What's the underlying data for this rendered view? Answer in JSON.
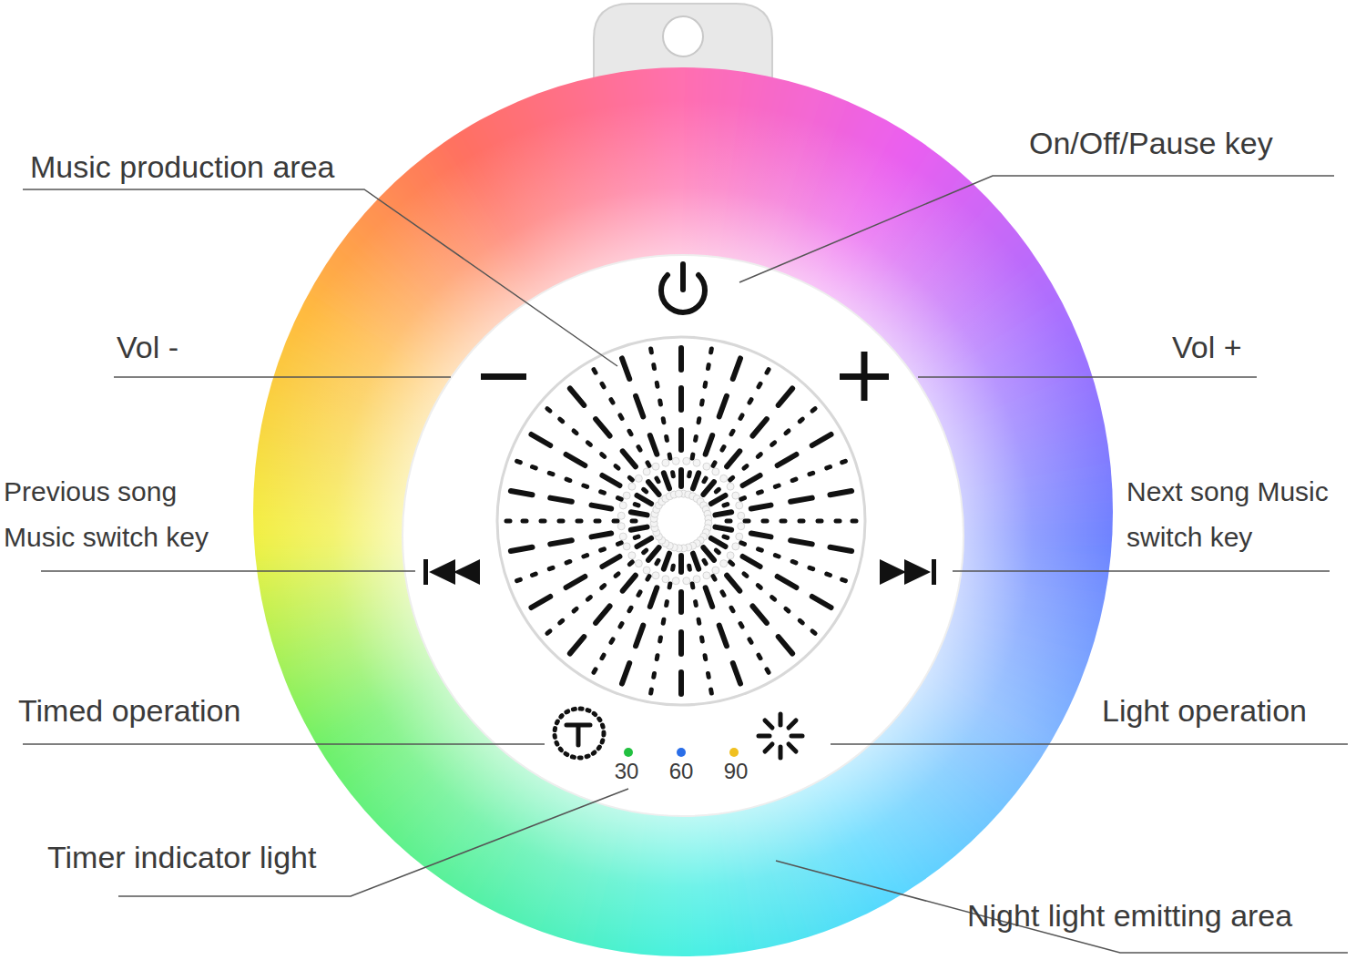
{
  "diagram": {
    "labels": [
      "Music production area",
      "On/Off/Pause key",
      "Vol -",
      "Vol +",
      "Previous song Music switch key",
      "Next song Music switch key",
      "Timed operation",
      "Light operation",
      "Timer indicator light",
      "Night light emitting area",
      "30",
      "60",
      "90"
    ]
  }
}
